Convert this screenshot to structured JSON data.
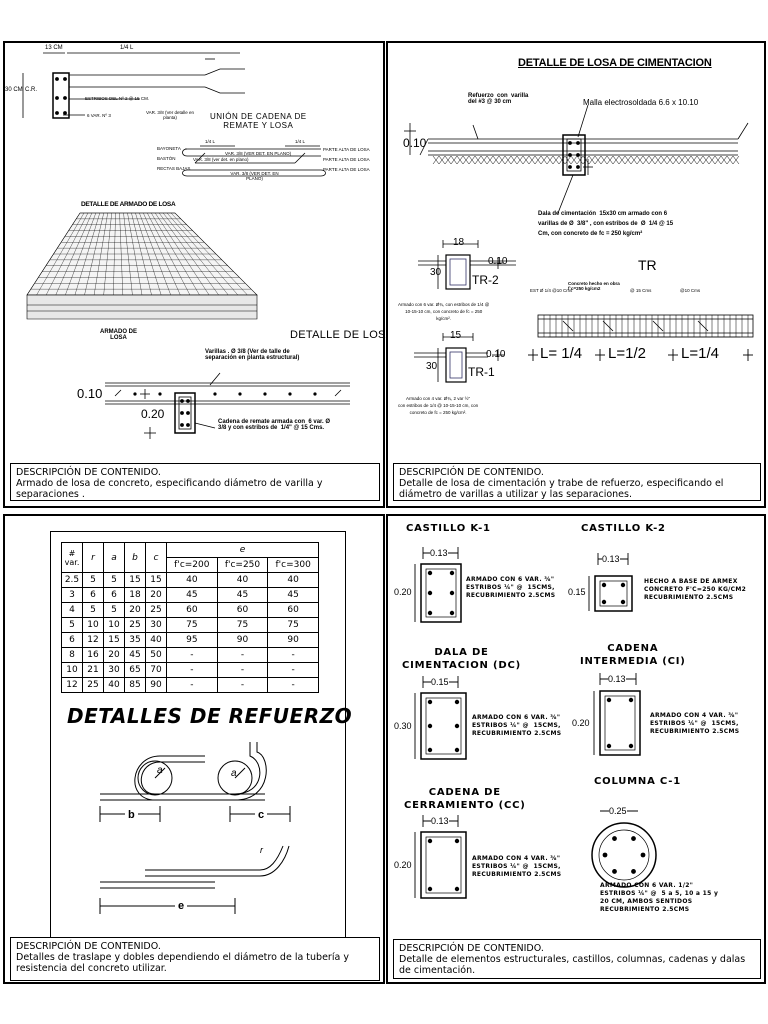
{
  "panel_tl": {
    "dims": {
      "w13": "13 CM",
      "quarter_l": "1/4  L",
      "h30": "30 CM",
      "cr": "C.R.",
      "quarter_l2": "1/4  L",
      "quarter_l3": "1/4  L"
    },
    "labels": {
      "estribos": "ESTRIBOS DEL Nº 2 @ 15  CM.",
      "var3_8": "VAR. 3/8 (Ver detalle en planta)",
      "var6": "6  VAR. Nº 3",
      "union_title": "UNIÓN DE CADENA DE\nREMATE Y LOSA",
      "bayoneta": "BAYONETA",
      "baston": "BASTÓN",
      "rectas": "RECTAS BAJAS",
      "parte_alta_1": "PARTE ALTA DE LOSA",
      "parte_alta_2": "PARTE ALTA DE LOSA",
      "parte_alta_3": "PARTE ALTA DE LOSA",
      "var_plano_1": "VAR. 3/8 (VER DET. EN PLANO)",
      "var_plano_2": "VAR. 3/8 (ver det. en plano)",
      "var_plano_3": "VAR. 3/8 (VER DET. EN PLANO)",
      "detalle_armado": "DETALLE DE ARMADO DE LOSA",
      "armado_losa": "ARMADO DE\nLOSA",
      "detalle_losa": "DETALLE DE LOSA",
      "varillas": "Varillas . Ø 3/8 (Ver de talle de\nseparación en planta estructural)",
      "d010": "0.10",
      "d020": "0.20",
      "cadena": "Cadena de remate armada con  6 var. Ø\n3/8 y con estribos de  1/4\" @ 15 Cms."
    },
    "description": {
      "title": "DESCRIPCIÓN  DE  CONTENIDO.",
      "text": "Armado de losa de concreto, especificando diámetro de varilla y separaciones ."
    }
  },
  "panel_tr": {
    "title": "DETALLE DE LOSA DE CIMENTACION",
    "refuerzo": "Refuerzo  con  varilla\ndel #3 @ 30 cm",
    "malla": "Malla electrosoldada 6.6 x 10.10",
    "d010": "0.10",
    "dala": "Dala de cimentación  15x30 cm armado con 6\nvarillas de Ø  3/8\" , con estribos de  Ø  1/4 @ 15\nCm, con concreto de fc = 250 kg/cm²",
    "tr2": {
      "w": "18",
      "h": "30",
      "d": "0.10",
      "label": "TR-2",
      "note": "Armado con 6 var. Ø¾, con estribos de 1/4 @\n10-15-10 cm, con concreto de fc = 250\nkg/cm²."
    },
    "tr1": {
      "w": "15",
      "h": "30",
      "d": "0.10",
      "label": "TR-1",
      "note": "Armado con 4 var. Ø¾, 2 var ½\"\ncon estribos de 1/4 @ 10-15-10 cm, con\nconcreto de fc = 250 kg/cm²."
    },
    "tr": {
      "label": "TR",
      "est_left": "EST Ø 1/4  @10 Cms",
      "concreto": "Concreto hecho en obra\nf`c=250 kg/cm2",
      "est_mid": "@ 15 Cms",
      "est_right": "@10 Cms",
      "l1": "L= 1/4",
      "l2": "L=1/2",
      "l3": "L=1/4"
    },
    "description": {
      "title": "DESCRIPCIÓN  DE  CONTENIDO.",
      "text": "Detalle de losa de cimentación y trabe de refuerzo, especificando el diámetro de varillas a utilizar y las separaciones."
    }
  },
  "panel_bl": {
    "table": {
      "headers": [
        "#\nvar.",
        "r",
        "a",
        "b",
        "c",
        "e"
      ],
      "sub_headers": [
        "f'c=200",
        "f'c=250",
        "f'c=300"
      ],
      "rows": [
        [
          "2.5",
          "5",
          "5",
          "15",
          "15",
          "40",
          "40",
          "40"
        ],
        [
          "3",
          "6",
          "6",
          "18",
          "20",
          "45",
          "45",
          "45"
        ],
        [
          "4",
          "5",
          "5",
          "20",
          "25",
          "60",
          "60",
          "60"
        ],
        [
          "5",
          "10",
          "10",
          "25",
          "30",
          "75",
          "75",
          "75"
        ],
        [
          "6",
          "12",
          "15",
          "35",
          "40",
          "95",
          "90",
          "90"
        ],
        [
          "8",
          "16",
          "20",
          "45",
          "50",
          "-",
          "-",
          "-"
        ],
        [
          "10",
          "21",
          "30",
          "65",
          "70",
          "-",
          "-",
          "-"
        ],
        [
          "12",
          "25",
          "40",
          "85",
          "90",
          "-",
          "-",
          "-"
        ]
      ]
    },
    "title": "DETALLES DE REFUERZO",
    "labels": {
      "a1": "a",
      "a2": "a",
      "b": "b",
      "c": "c",
      "r": "r",
      "e": "e"
    },
    "description": {
      "title": "DESCRIPCIÓN  DE  CONTENIDO.",
      "text": "Detalles de traslape y dobles dependiendo el diámetro de la tubería y resistencia del concreto utilizar."
    }
  },
  "panel_br": {
    "k1": {
      "title": "CASTILLO K-1",
      "w": "0.13",
      "h": "0.20",
      "note": "ARMADO CON 6 VAR. ⅜\"\nESTRIBOS ¼\" @  15CMS,\nRECUBRIMIENTO 2.5CMS"
    },
    "k2": {
      "title": "CASTILLO K-2",
      "w": "0.13",
      "h": "0.15",
      "note": "HECHO A BASE DE ARMEX\nCONCRETO F'C=250 KG/CM2\nRECUBRIMIENTO 2.5CMS"
    },
    "dc": {
      "title": "DALA DE\nCIMENTACION (DC)",
      "w": "0.15",
      "h": "0.30",
      "note": "ARMADO CON 6 VAR. ⅜\"\nESTRIBOS ¼\" @  15CMS,\nRECUBRIMIENTO 2.5CMS"
    },
    "ci": {
      "title": "CADENA\nINTERMEDIA (CI)",
      "w": "0.13",
      "h": "0.20",
      "note": "ARMADO CON 4 VAR. ⅜\"\nESTRIBOS ¼\" @  15CMS,\nRECUBRIMIENTO 2.5CMS"
    },
    "cc": {
      "title": "CADENA DE\nCERRAMIENTO (CC)",
      "w": "0.13",
      "h": "0.20",
      "note": "ARMADO CON 4 VAR. ⅜\"\nESTRIBOS ¼\" @  15CMS,\nRECUBRIMIENTO 2.5CMS"
    },
    "c1": {
      "title": "COLUMNA C-1",
      "w": "0.25",
      "note": "ARMADO CON 6 VAR. 1/2\"\nESTRIBOS ¼\" @  5 a 5, 10 a 15 y\n20 CM, AMBOS SENTIDOS\nRECUBRIMIENTO 2.5CMS"
    },
    "description": {
      "title": "DESCRIPCIÓN  DE  CONTENIDO.",
      "text": "Detalle de elementos estructurales, castillos, columnas, cadenas y dalas de cimentación."
    }
  }
}
